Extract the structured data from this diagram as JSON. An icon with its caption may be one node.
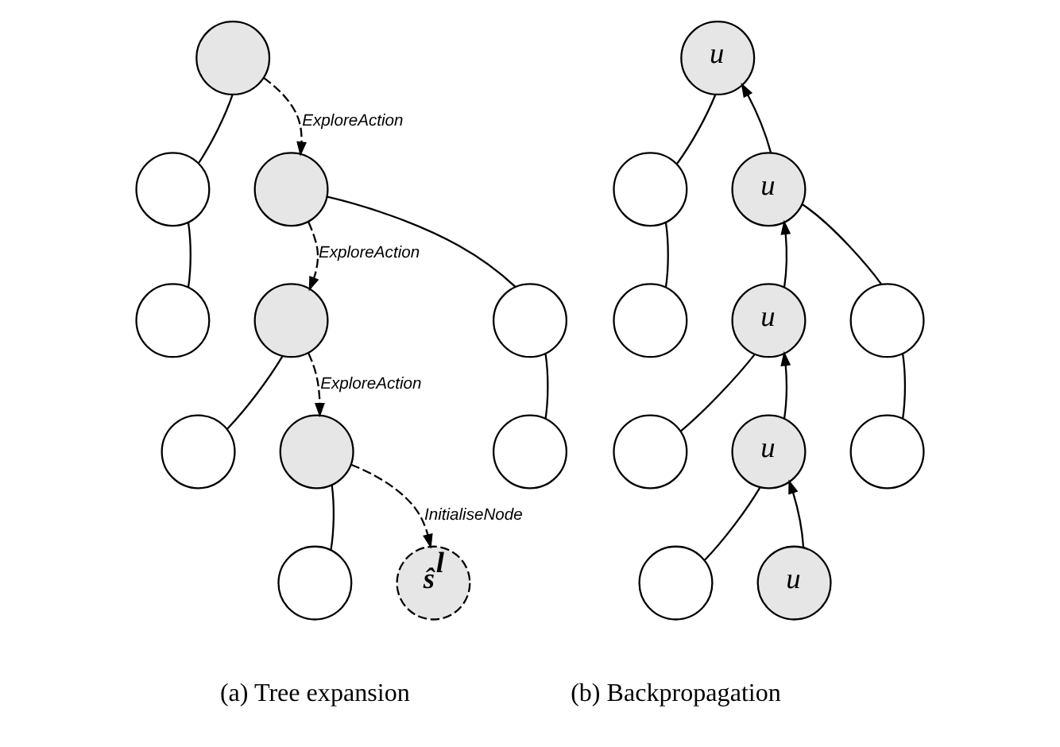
{
  "diagram": {
    "nodes": [
      {
        "text": [],
        "shape": "circle"
      },
      {
        "text": [],
        "shape": "circle"
      },
      {
        "text": [],
        "shape": "circle"
      },
      {
        "text": [],
        "shape": "circle"
      },
      {
        "text": [],
        "shape": "circle"
      },
      {
        "text": [],
        "shape": "circle"
      },
      {
        "text": [],
        "shape": "circle"
      },
      {
        "text": [],
        "shape": "circle"
      },
      {
        "text": [],
        "shape": "circle"
      },
      {
        "text": [],
        "shape": "circle"
      },
      {
        "text": [
          "ŝ$^{l}$"
        ]
      },
      {
        "text": [
          "u"
        ]
      },
      {
        "text": [],
        "shape": "circle"
      },
      {
        "text": [
          "u"
        ]
      },
      {
        "text": [],
        "shape": "circle"
      },
      {
        "text": [
          "u"
        ]
      },
      {
        "text": [],
        "shape": "circle"
      },
      {
        "text": [],
        "shape": "circle"
      },
      {
        "text": [
          "u"
        ]
      },
      {
        "text": [],
        "shape": "circle"
      },
      {
        "text": [],
        "shape": "circle"
      },
      {
        "text": [
          "u"
        ]
      }
    ],
    "edges": [
      {
        "from": 0,
        "to": 1,
        "arrow": "none"
      },
      {
        "from": 0,
        "to": 2,
        "arrow": "to",
        "style": "dashed",
        "label": "ExploreAction"
      },
      {
        "from": 1,
        "to": 3,
        "arrow": "none"
      },
      {
        "from": 2,
        "to": 4,
        "arrow": "to",
        "style": "dashed",
        "label": "ExploreAction"
      },
      {
        "from": 2,
        "to": 5,
        "arrow": "none"
      },
      {
        "from": 4,
        "to": 6,
        "arrow": "none"
      },
      {
        "from": 4,
        "to": 7,
        "arrow": "to",
        "style": "dashed",
        "label": "ExploreAction"
      },
      {
        "from": 5,
        "to": 8,
        "arrow": "none"
      },
      {
        "from": 7,
        "to": 9,
        "arrow": "none"
      },
      {
        "from": 7,
        "to": 10,
        "arrow": "to",
        "style": "dashed",
        "label": "InitialiseNode"
      },
      {
        "from": 11,
        "to": 12,
        "arrow": "none"
      },
      {
        "from": 13,
        "to": 11,
        "arrow": "to"
      },
      {
        "from": 12,
        "to": 14,
        "arrow": "none"
      },
      {
        "from": 15,
        "to": 13,
        "arrow": "to"
      },
      {
        "from": 13,
        "to": 16,
        "arrow": "none"
      },
      {
        "from": 15,
        "to": 17,
        "arrow": "none"
      },
      {
        "from": 18,
        "to": 15,
        "arrow": "to"
      },
      {
        "from": 16,
        "to": 19,
        "arrow": "none"
      },
      {
        "from": 18,
        "to": 20,
        "arrow": "none"
      },
      {
        "from": 21,
        "to": 18,
        "arrow": "to"
      }
    ],
    "labels": [
      "(a) Tree expansion",
      "(b) Backpropagation"
    ]
  }
}
